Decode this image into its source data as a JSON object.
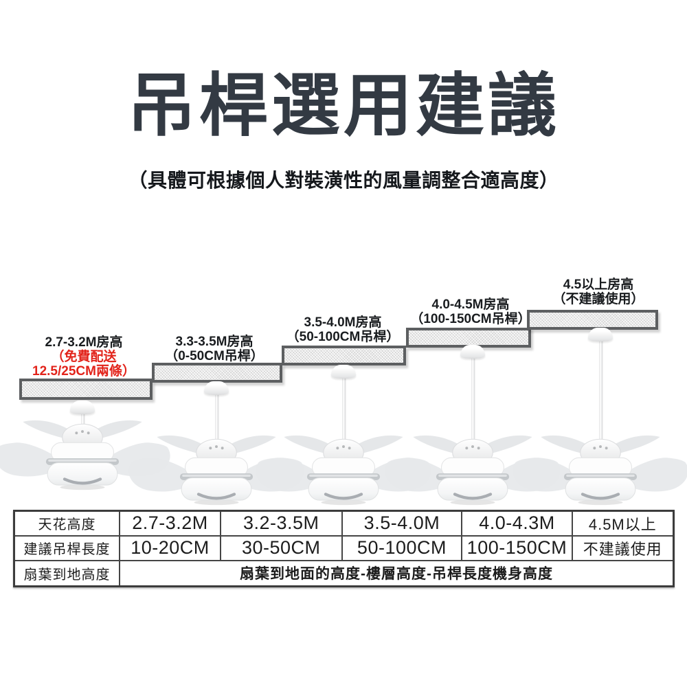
{
  "header": {
    "title": "吊桿選用建議",
    "subtitle": "（具體可根據個人對裝潢性的風量調整合適高度）"
  },
  "colors": {
    "accent_red": "#e2231a",
    "title_gray": "#333a43",
    "plate_border": "#5d5f61",
    "table_border": "#454545"
  },
  "diagram": {
    "fans": [
      {
        "label_lines": [
          {
            "text": "2.7-3.2M房高"
          },
          {
            "text": "（免費配送"
          },
          {
            "text": "12.5/25CM兩條）"
          }
        ]
      },
      {
        "label_lines": [
          {
            "text": "3.3-3.5M房高"
          },
          {
            "text": "（0-50CM吊桿）"
          }
        ]
      },
      {
        "label_lines": [
          {
            "text": "3.5-4.0M房高"
          },
          {
            "text": "（50-100CM吊桿）"
          }
        ]
      },
      {
        "label_lines": [
          {
            "text": "4.0-4.5M房高"
          },
          {
            "text": "（100-150CM吊桿）"
          }
        ]
      },
      {
        "label_lines": [
          {
            "text": "4.5以上房高"
          },
          {
            "text": "（不建議使用）"
          }
        ]
      }
    ]
  },
  "table": {
    "rows": [
      {
        "label": "天花高度",
        "values": [
          "2.7-3.2M",
          "3.2-3.5M",
          "3.5-4.0M",
          "4.0-4.3M",
          "4.5M以上"
        ]
      },
      {
        "label": "建議吊桿長度",
        "values": [
          "10-20CM",
          "30-50CM",
          "50-100CM",
          "100-150CM",
          "不建議使用"
        ]
      },
      {
        "label": "扇葉到地高度",
        "note": "扇葉到地面的高度-樓層高度-吊桿長度機身高度"
      }
    ]
  }
}
